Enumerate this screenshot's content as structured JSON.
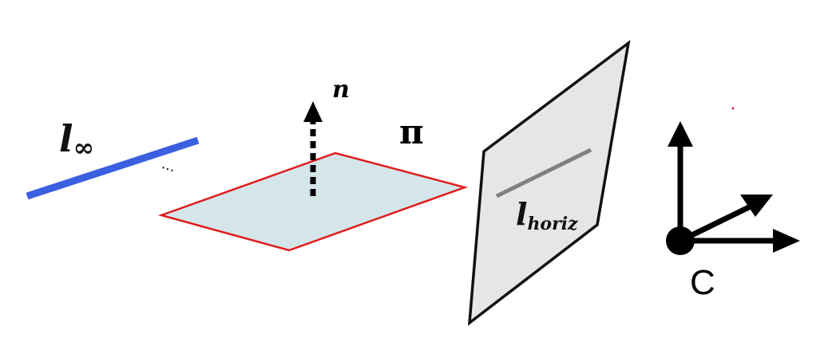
{
  "labels": {
    "infinity_line": {
      "base": "l",
      "sub": "∞"
    },
    "ellipsis": "···",
    "normal": "n",
    "plane": "π",
    "horizon_line": {
      "base": "l",
      "sub": "horiz"
    },
    "camera_center": "C"
  },
  "colors": {
    "infinity_line": "#3a5fe0",
    "plane_fill": "#d4e6ea",
    "plane_stroke": "#e01b1b",
    "image_plane_fill": "#e6e6e6",
    "image_plane_stroke": "#111111",
    "horizon_line": "#808080",
    "axes": "#000000"
  },
  "icons": {
    "normal_arrow": "dashed-up-arrow-icon",
    "camera_axes": "coordinate-axes-icon"
  }
}
